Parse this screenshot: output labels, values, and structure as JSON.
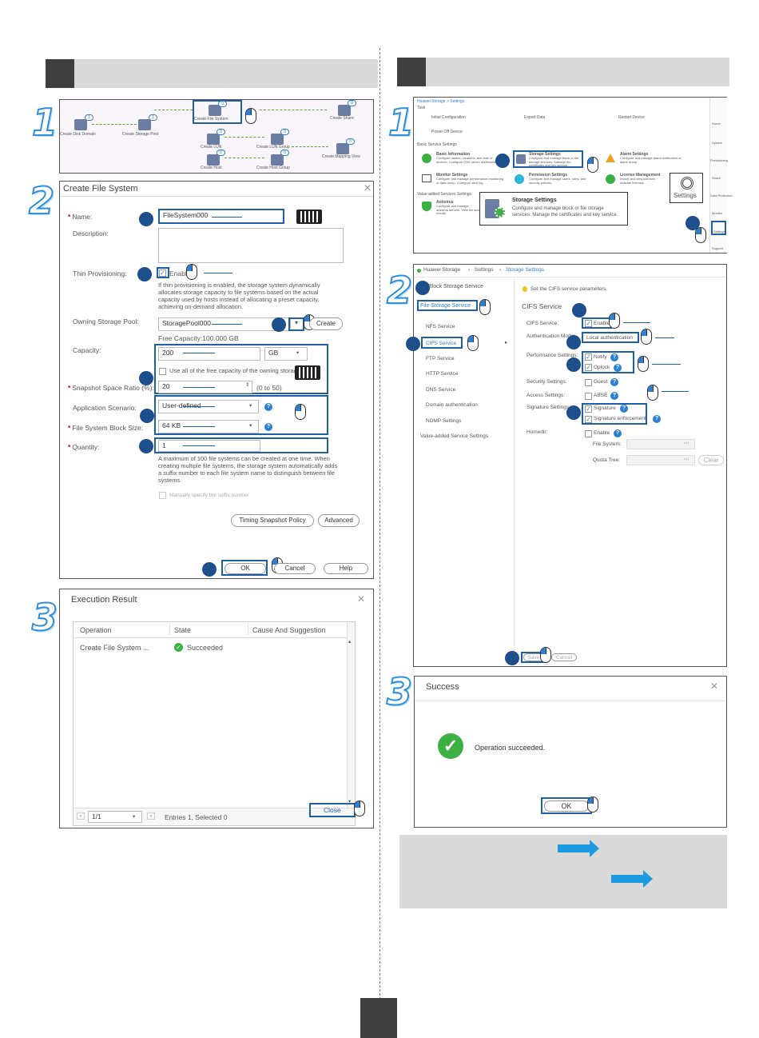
{
  "left": {
    "step1": {
      "number": "1",
      "flow_nodes": [
        {
          "label": "Create Disk Domain",
          "badge": "1"
        },
        {
          "label": "Create Storage Pool",
          "badge": "1"
        },
        {
          "label": "Create File System",
          "badge": "0"
        },
        {
          "label": "Create Share",
          "badge": "0"
        },
        {
          "label": "Create LUN",
          "badge": "0"
        },
        {
          "label": "Create LUN Group",
          "badge": "0"
        },
        {
          "label": "Create Mapping View",
          "badge": "0"
        },
        {
          "label": "Create Host",
          "badge": "0"
        },
        {
          "label": "Create Host Group",
          "badge": "0"
        }
      ]
    },
    "step2": {
      "number": "2",
      "title": "Create File System",
      "name_label": "Name:",
      "name_value": "FileSystem000",
      "description_label": "Description:",
      "thin_label": "Thin Provisioning:",
      "thin_enable": "Enable",
      "thin_check": "✓",
      "thin_note": "If thin provisioning is enabled, the storage system dynamically allocates storage capacity to file systems based on the actual capacity used by hosts instead of allocating a preset capacity, achieving on-demand allocation.",
      "pool_label": "Owning Storage Pool:",
      "pool_value": "StoragePool000",
      "pool_create": "Create",
      "free_capacity": "Free Capacity:100.000 GB",
      "capacity_label": "Capacity:",
      "capacity_value": "200",
      "capacity_unit": "GB",
      "use_all": "Use all of the free capacity of the owning storage pool",
      "snapshot_label": "Snapshot Space Ratio (%):",
      "snapshot_value": "20",
      "snapshot_range": "(0 to 50)",
      "scenario_label": "Application Scenario:",
      "scenario_value": "User-defined",
      "block_label": "File System Block Size:",
      "block_value": "64 KB",
      "quantity_label": "Quantity:",
      "quantity_value": "1",
      "quantity_note": "A maximum of 100 file systems can be created at one time. When creating multiple file systems, the storage system automatically adds a suffix number to each file system name to distinguish between file systems.",
      "suffix_label": "Manually specify the suffix number",
      "timing_btn": "Timing Snapshot Policy",
      "advanced_btn": "Advanced",
      "ok_btn": "OK",
      "cancel_btn": "Cancel",
      "help_btn": "Help"
    },
    "step3": {
      "number": "3",
      "title": "Execution Result",
      "columns": [
        "Operation",
        "State",
        "Cause And Suggestion"
      ],
      "row": {
        "operation": "Create File System ...",
        "state": "Succeeded"
      },
      "page": "1/1",
      "entries": "Entries 1, Selected 0",
      "close_btn": "Close"
    }
  },
  "right": {
    "step1": {
      "number": "1",
      "breadcrumb": "Huawei Storage > Settings",
      "task_header": "Task",
      "tasks": [
        "Initial Configuration",
        "Export Data",
        "Restart Device",
        "Power Off Device"
      ],
      "basic_header": "Basic Service Settings",
      "items": [
        {
          "title": "Basic Information",
          "desc": "Configure names, locations, and time of devices. Configure DNS server addresses."
        },
        {
          "title": "Storage Settings",
          "desc": "Configure and manage block or file storage services. Manage the certificates and key service."
        },
        {
          "title": "Alarm Settings",
          "desc": "Configure and manage alarm notification or alarm dump."
        },
        {
          "title": "Monitor Settings",
          "desc": "Configure and manage performance monitoring or data dump. Configure alert log."
        },
        {
          "title": "Permission Settings",
          "desc": "Configure and manage users, roles, and security policies."
        },
        {
          "title": "License Management",
          "desc": "Import and view licenses. Activate licenses."
        }
      ],
      "value_added_header": "Value-added Services Settings",
      "antivirus_title": "Antivirus",
      "antivirus_desc": "Configure and manage antivirus servers. View file scan results.",
      "callout_title": "Storage Settings",
      "callout_desc": "Configure and manage block or file storage services. Manage the certificates and key service.",
      "settings_label": "Settings",
      "sidebar": [
        "Home",
        "System",
        "Provisioning",
        "Share",
        "Data Protection",
        "Monitor",
        "Settings",
        "Support"
      ]
    },
    "step2": {
      "number": "2",
      "breadcrumb": [
        "Huawei Storage",
        "Settings",
        "Storage Settings"
      ],
      "nav": {
        "block": "Block Storage Service",
        "file": "File Storage Service",
        "nfs": "NFS Service",
        "cifs": "CIFS Service",
        "ftp": "FTP Service",
        "http": "HTTP Service",
        "dns": "DNS Service",
        "domain": "Domain authentication",
        "ndmp": "NDMP Settings",
        "value_added": "Value-added Service Settings"
      },
      "hint": "Set the CIFS service parameters.",
      "section": "CIFS Service",
      "cifs_label": "CIFS Service:",
      "cifs_enable": "Enable",
      "auth_label": "Authentication Mode:",
      "auth_value": "Local authentication",
      "perf_label": "Performance Settings:",
      "notify": "Notify",
      "oplock": "Oplock",
      "security_label": "Security Settings:",
      "guest": "Guest",
      "access_label": "Access Settings:",
      "abse": "ABSE",
      "signature_label": "Signature Settings:",
      "signature": "Signature",
      "sig_enforce": "Signature enforcement",
      "homedir_label": "Homedir:",
      "homedir_enable": "Enable",
      "file_system_label": "File System:",
      "quota_label": "Quota Tree:",
      "clear_btn": "Clear",
      "save_btn": "Save",
      "cancel_btn": "Cancel"
    },
    "step3": {
      "number": "3",
      "title": "Success",
      "message": "Operation succeeded.",
      "ok_btn": "OK"
    }
  },
  "colors": {
    "accent": "#1f5fa8",
    "marker": "#1c4f8c",
    "success": "#3cb043",
    "header_bar": "#d9d9d9",
    "arrow": "#1e9be0"
  }
}
